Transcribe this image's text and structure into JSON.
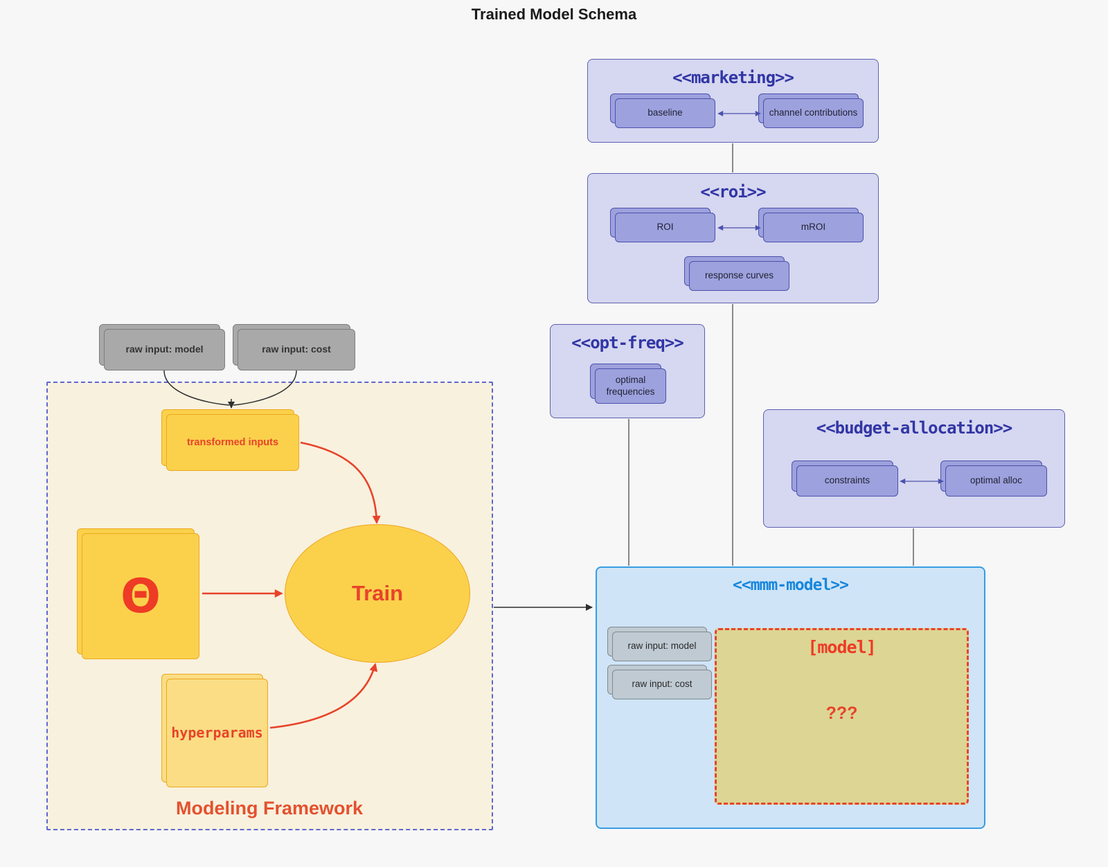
{
  "title": "Trained Model Schema",
  "diagram": {
    "marketing": {
      "title": "<<marketing>>",
      "nodes": [
        {
          "label": "baseline"
        },
        {
          "label": "channel contributions"
        }
      ]
    },
    "roi": {
      "title": "<<roi>>",
      "nodes": [
        {
          "label": "ROI"
        },
        {
          "label": "mROI"
        },
        {
          "label": "response curves"
        }
      ]
    },
    "opt_freq": {
      "title": "<<opt-freq>>",
      "nodes": [
        {
          "label": "optimal frequencies"
        }
      ]
    },
    "budget_allocation": {
      "title": "<<budget-allocation>>",
      "nodes": [
        {
          "label": "constraints"
        },
        {
          "label": "optimal alloc"
        }
      ]
    },
    "mmm_model": {
      "title": "<<mmm-model>>",
      "nodes": [
        {
          "label": "raw input: model"
        },
        {
          "label": "raw input: cost"
        }
      ],
      "model_box": {
        "label": "[model]",
        "value": "???"
      }
    },
    "raw_inputs": {
      "nodes": [
        {
          "label": "raw input: model"
        },
        {
          "label": "raw input: cost"
        }
      ]
    },
    "framework": {
      "label": "Modeling Framework",
      "transformed_inputs": "transformed inputs",
      "theta": "Θ",
      "train": "Train",
      "hyperparams": "hyperparams"
    }
  },
  "colors": {
    "page_bg": "#f7f7f8",
    "lavender_fill": "#d6d7f0",
    "lavender_border": "#5c60b0",
    "lavender_title": "#3136a5",
    "purple_node_fill": "#9da1dd",
    "purple_node_border": "#4b51ad",
    "blue_fill": "#cfe4f7",
    "blue_border": "#389de2",
    "blue_title": "#1787dd",
    "gray_node_fill": "#a9a9a9",
    "gray_node_border": "#7d7d7d",
    "slate_node_fill": "#bfcad3",
    "slate_node_border": "#82898f",
    "yellow_fill": "#fbd14c",
    "yellow_border": "#eda81e",
    "yellow_light_fill": "#fadd85",
    "khaki_fill": "#dcd594",
    "red": "#e8432a",
    "cream_fill": "#f8f1de",
    "framework_dash": "#5f67cf",
    "connector": "#4d4d4d"
  }
}
